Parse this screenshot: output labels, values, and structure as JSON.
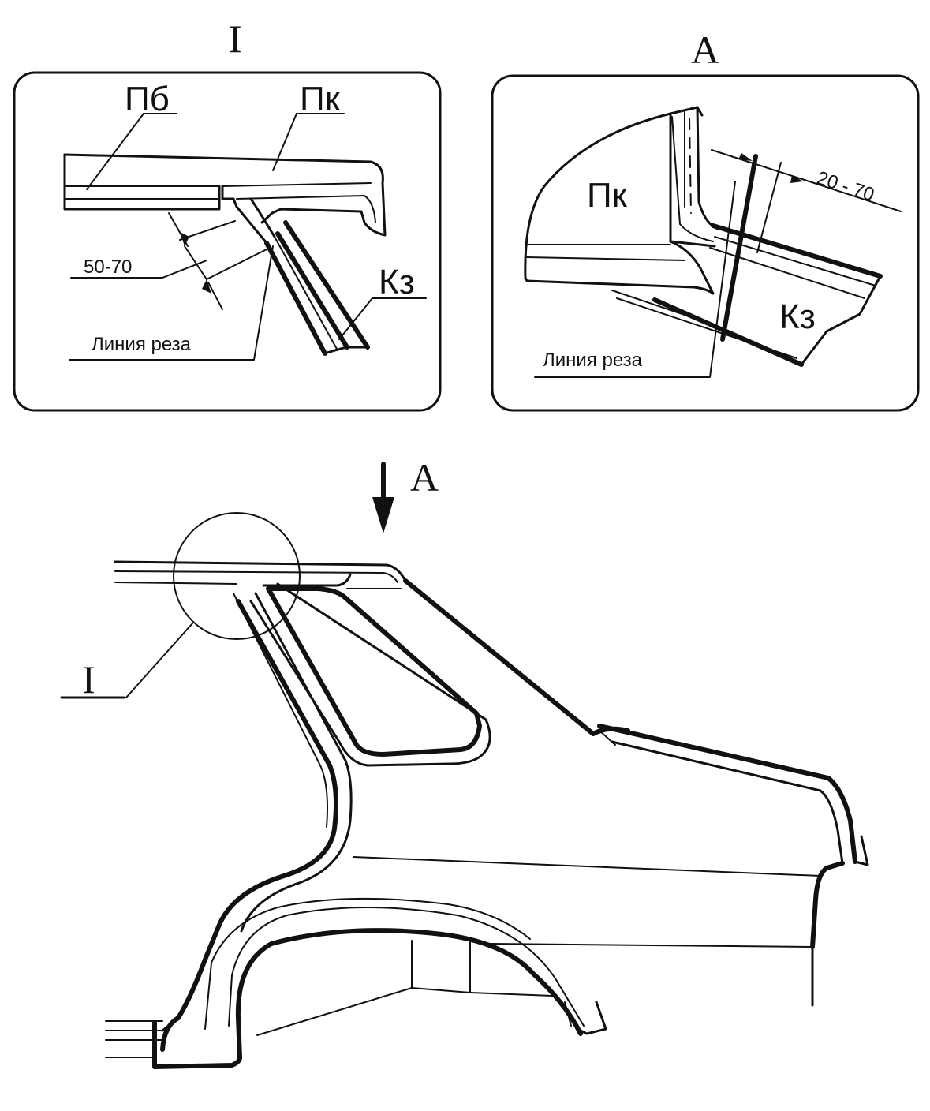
{
  "detail_i": {
    "title": "I",
    "label_pb": "Пб",
    "label_pk": "Пк",
    "label_kz": "Кз",
    "dimension": "50-70",
    "cut_line": "Линия реза"
  },
  "view_a": {
    "title": "A",
    "label_pk": "Пк",
    "label_kz": "Кз",
    "dimension": "20 - 70",
    "cut_line": "Линия реза"
  },
  "main_view": {
    "arrow_label": "A",
    "callout_label": "I"
  }
}
